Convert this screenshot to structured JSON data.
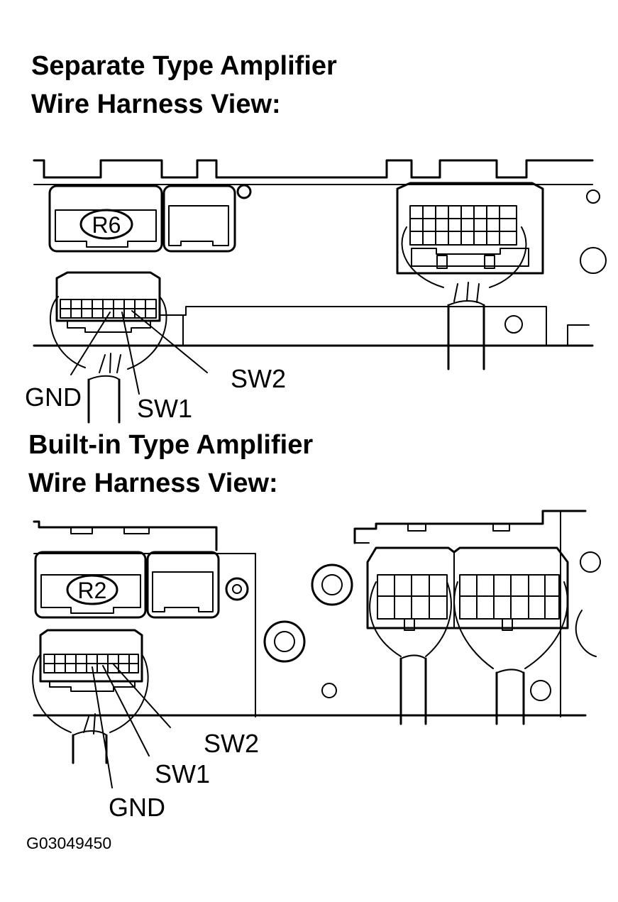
{
  "separate": {
    "title_line1": "Separate Type Amplifier",
    "title_line2": "Wire Harness View:",
    "connector_id": "R6",
    "pins": {
      "gnd": "GND",
      "sw1": "SW1",
      "sw2": "SW2"
    }
  },
  "builtin": {
    "title_line1": "Built-in  Type Amplifier",
    "title_line2": "Wire Harness View:",
    "connector_id": "R2",
    "pins": {
      "gnd": "GND",
      "sw1": "SW1",
      "sw2": "SW2"
    }
  },
  "figure_code": "G03049450"
}
